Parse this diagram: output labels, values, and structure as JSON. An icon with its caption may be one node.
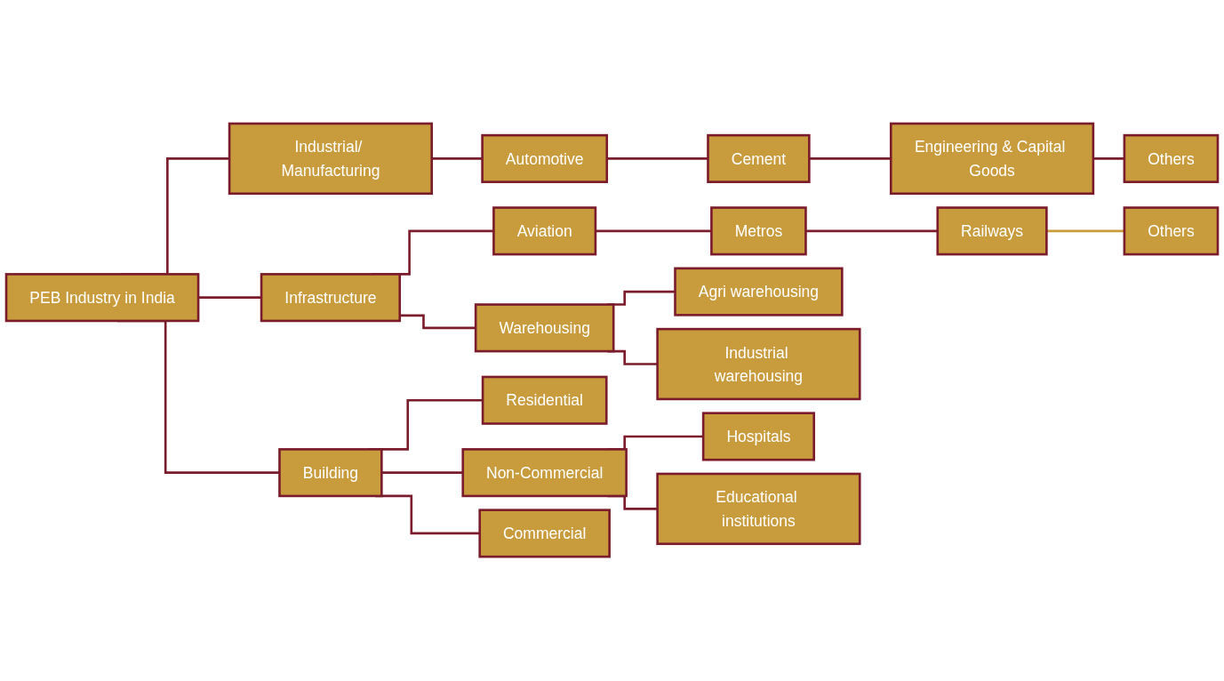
{
  "diagram": {
    "nodes": [
      {
        "text": [
          "PEB Industry in India"
        ]
      },
      {
        "text": [
          "Industrial/ Manufacturing"
        ]
      },
      {
        "text": [
          "Automotive"
        ]
      },
      {
        "text": [
          "Cement"
        ]
      },
      {
        "text": [
          "Engineering & Capital Goods"
        ]
      },
      {
        "text": [
          "Others"
        ]
      },
      {
        "text": [
          "Infrastructure"
        ]
      },
      {
        "text": [
          "Aviation"
        ]
      },
      {
        "text": [
          "Metros"
        ]
      },
      {
        "text": [
          "Railways"
        ]
      },
      {
        "text": [
          "Others"
        ]
      },
      {
        "text": [
          "Warehousing"
        ]
      },
      {
        "text": [
          "Agri warehousing"
        ]
      },
      {
        "text": [
          "Industrial warehousing"
        ]
      },
      {
        "text": [
          "Building"
        ]
      },
      {
        "text": [
          "Residential"
        ]
      },
      {
        "text": [
          "Non-Commercial"
        ]
      },
      {
        "text": [
          "Hospitals"
        ]
      },
      {
        "text": [
          "Educational institutions"
        ]
      },
      {
        "text": [
          "Commercial"
        ]
      }
    ],
    "edges": [
      {
        "from": 0,
        "to": 1,
        "arrow": "none"
      },
      {
        "from": 0,
        "to": 6,
        "arrow": "none"
      },
      {
        "from": 0,
        "to": 14,
        "arrow": "none"
      },
      {
        "from": 1,
        "to": 2,
        "arrow": "none"
      },
      {
        "from": 2,
        "to": 3,
        "arrow": "none"
      },
      {
        "from": 3,
        "to": 4,
        "arrow": "none"
      },
      {
        "from": 4,
        "to": 5,
        "arrow": "none"
      },
      {
        "from": 6,
        "to": 7,
        "arrow": "none"
      },
      {
        "from": 7,
        "to": 8,
        "arrow": "none"
      },
      {
        "from": 8,
        "to": 9,
        "arrow": "none"
      },
      {
        "from": 9,
        "to": 10,
        "arrow": "none",
        "color": "#c89b3c"
      },
      {
        "from": 6,
        "to": 11,
        "arrow": "none"
      },
      {
        "from": 11,
        "to": 12,
        "arrow": "none"
      },
      {
        "from": 11,
        "to": 13,
        "arrow": "none"
      },
      {
        "from": 14,
        "to": 15,
        "arrow": "none"
      },
      {
        "from": 14,
        "to": 16,
        "arrow": "none"
      },
      {
        "from": 14,
        "to": 19,
        "arrow": "none"
      },
      {
        "from": 16,
        "to": 17,
        "arrow": "none"
      },
      {
        "from": 16,
        "to": 18,
        "arrow": "none"
      }
    ]
  }
}
